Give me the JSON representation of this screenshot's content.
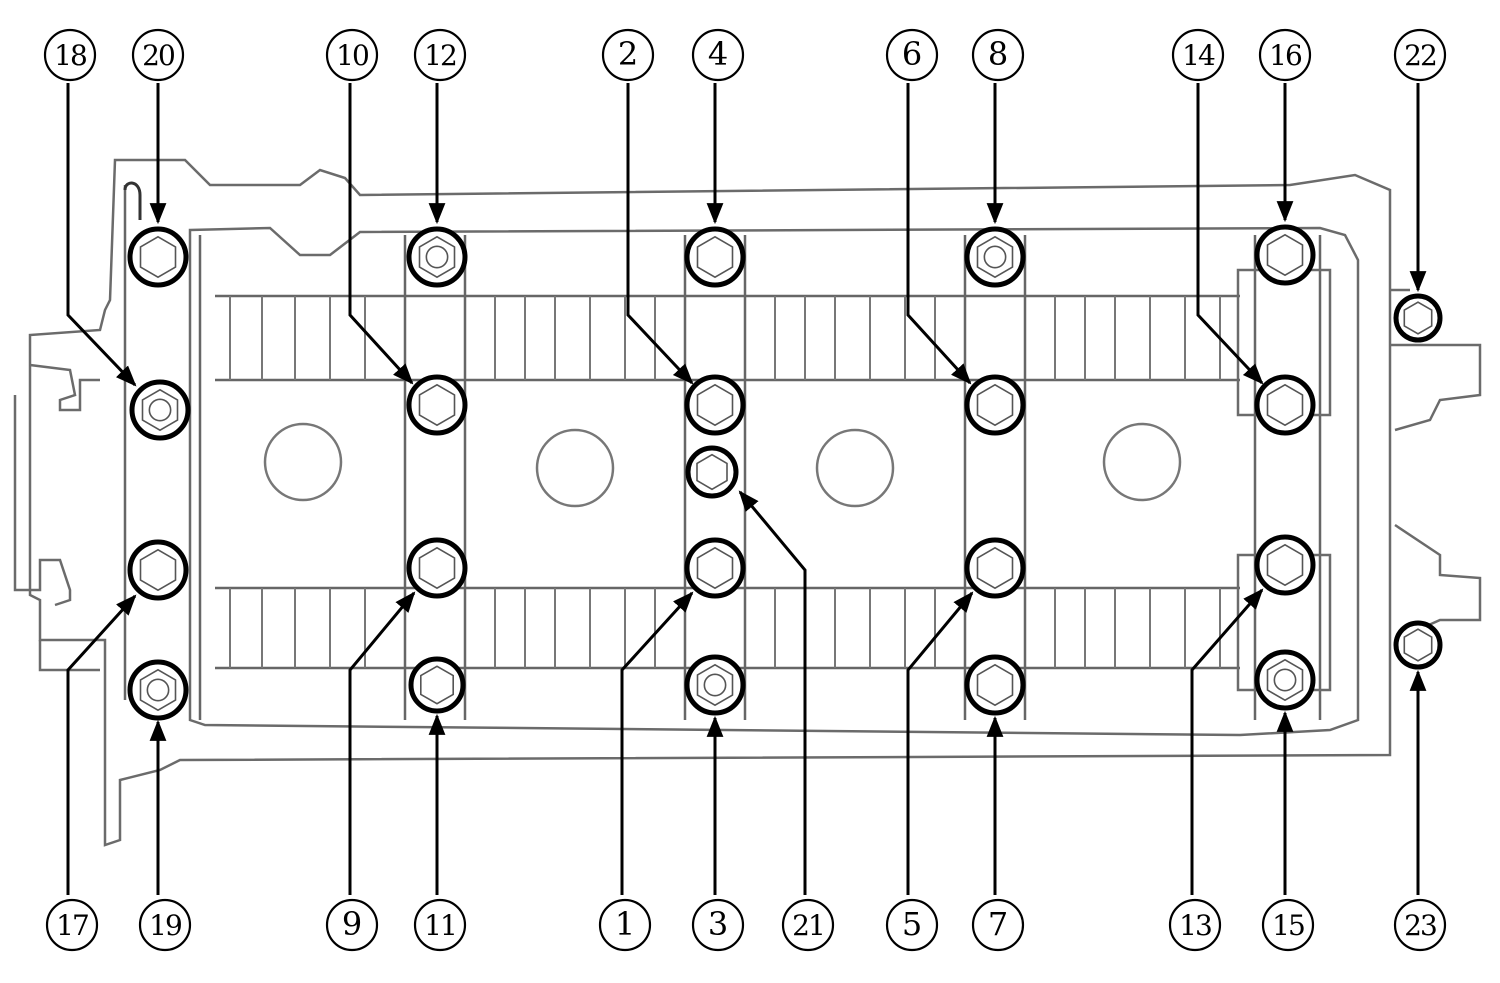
{
  "figure": {
    "markers": [
      {
        "num": "18"
      },
      {
        "num": "20"
      },
      {
        "num": "10"
      },
      {
        "num": "12"
      },
      {
        "num": "2"
      },
      {
        "num": "4"
      },
      {
        "num": "6"
      },
      {
        "num": "8"
      },
      {
        "num": "14"
      },
      {
        "num": "16"
      },
      {
        "num": "22"
      },
      {
        "num": "17"
      },
      {
        "num": "19"
      },
      {
        "num": "9"
      },
      {
        "num": "11"
      },
      {
        "num": "1"
      },
      {
        "num": "3"
      },
      {
        "num": "21"
      },
      {
        "num": "5"
      },
      {
        "num": "7"
      },
      {
        "num": "13"
      },
      {
        "num": "15"
      },
      {
        "num": "23"
      }
    ]
  }
}
